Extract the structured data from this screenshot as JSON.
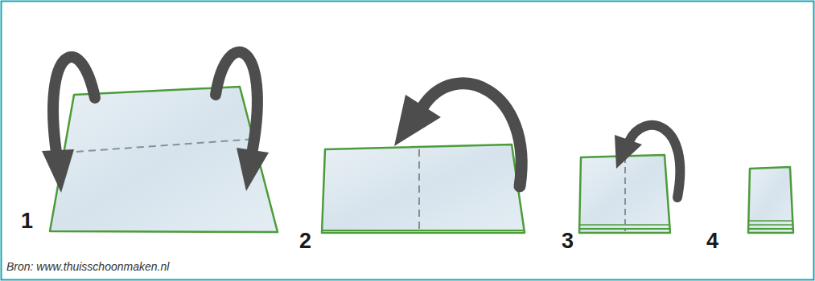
{
  "diagram": {
    "caption": "Bron: www.thuisschoonmaken.nl",
    "labels": [
      "1",
      "2",
      "3",
      "4"
    ]
  }
}
